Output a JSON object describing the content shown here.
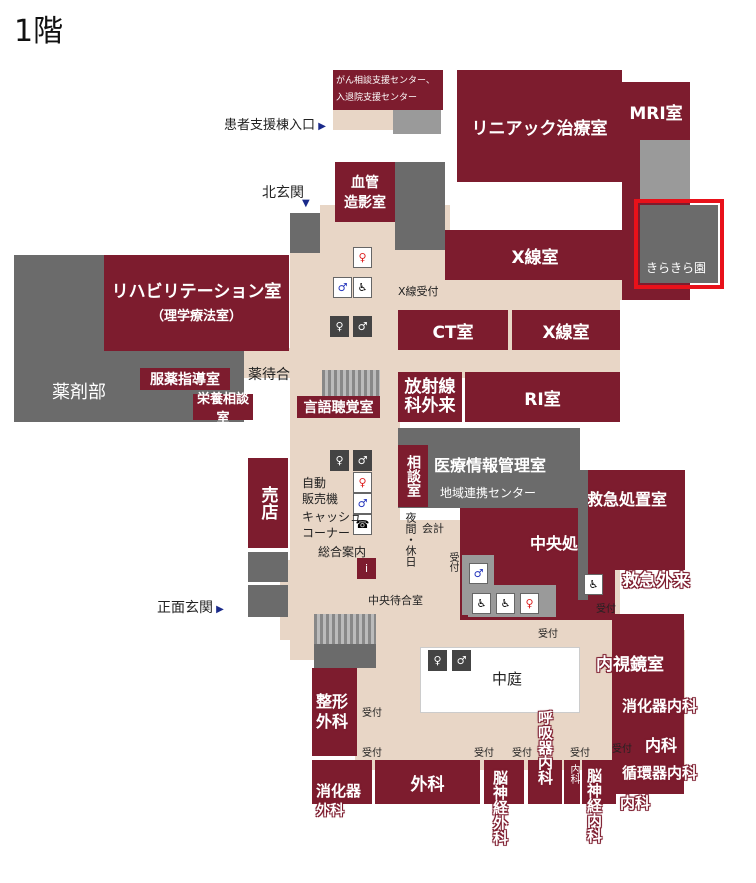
{
  "floor": {
    "title": "1階"
  },
  "rooms": {
    "cancer_center": "がん相談支援センター、",
    "admission_center": "入退院支援センター",
    "linac": "リニアック治療室",
    "mri": "MRI室",
    "angiography_1": "血管",
    "angiography_2": "造影室",
    "xray_1": "X線室",
    "xray_2": "X線室",
    "kirakira": "きらきら園",
    "rehab": "リハビリテーション室",
    "rehab_sub": "（理学療法室）",
    "ct": "CT室",
    "pharmacy": "薬剤部",
    "med_guidance": "服薬指導室",
    "nutrition": "栄養相談室",
    "speech": "言語聴覚室",
    "radiation_1": "放射線",
    "radiation_2": "科外来",
    "ri": "RI室",
    "consult": "相談室",
    "medinfo": "医療情報管理室",
    "regional": "地域連携センター",
    "shop": "売店",
    "emergency_treatment": "救急処置室",
    "central_treatment": "中央処置室",
    "emergency_outpatient": "救急外来",
    "endoscopy": "内視鏡室",
    "courtyard": "中庭",
    "ortho_1": "整形",
    "ortho_2": "外科",
    "gi_int": "消化器内科",
    "respiratory": "呼吸器内科",
    "int_med": "内科",
    "cardio": "循環器内科",
    "gi_surg_1": "消化器",
    "gi_surg_2": "外科",
    "surgery": "外科",
    "neurosurgery": "脳神経外科",
    "int_small": "内科",
    "neurology": "脳神経内科",
    "int_med_2": "内科"
  },
  "labels": {
    "patient_entrance": "患者支援棟入口",
    "north_entrance": "北玄関",
    "xray_reception": "X線受付",
    "pharmacy_wait": "薬待合",
    "vending_1": "自動",
    "vending_2": "販売機",
    "cash_1": "キャッシュ",
    "cash_2": "コーナー",
    "info": "総合案内",
    "night_desk": "夜間・休日",
    "checkout": "会計",
    "reception": "受付",
    "central_wait": "中央待合室",
    "front_entrance": "正面玄関"
  },
  "colors": {
    "room": "#7d1c2e",
    "gray": "#6b6b6b",
    "corridor": "#e8d6c6",
    "highlight": "#e8111a"
  }
}
